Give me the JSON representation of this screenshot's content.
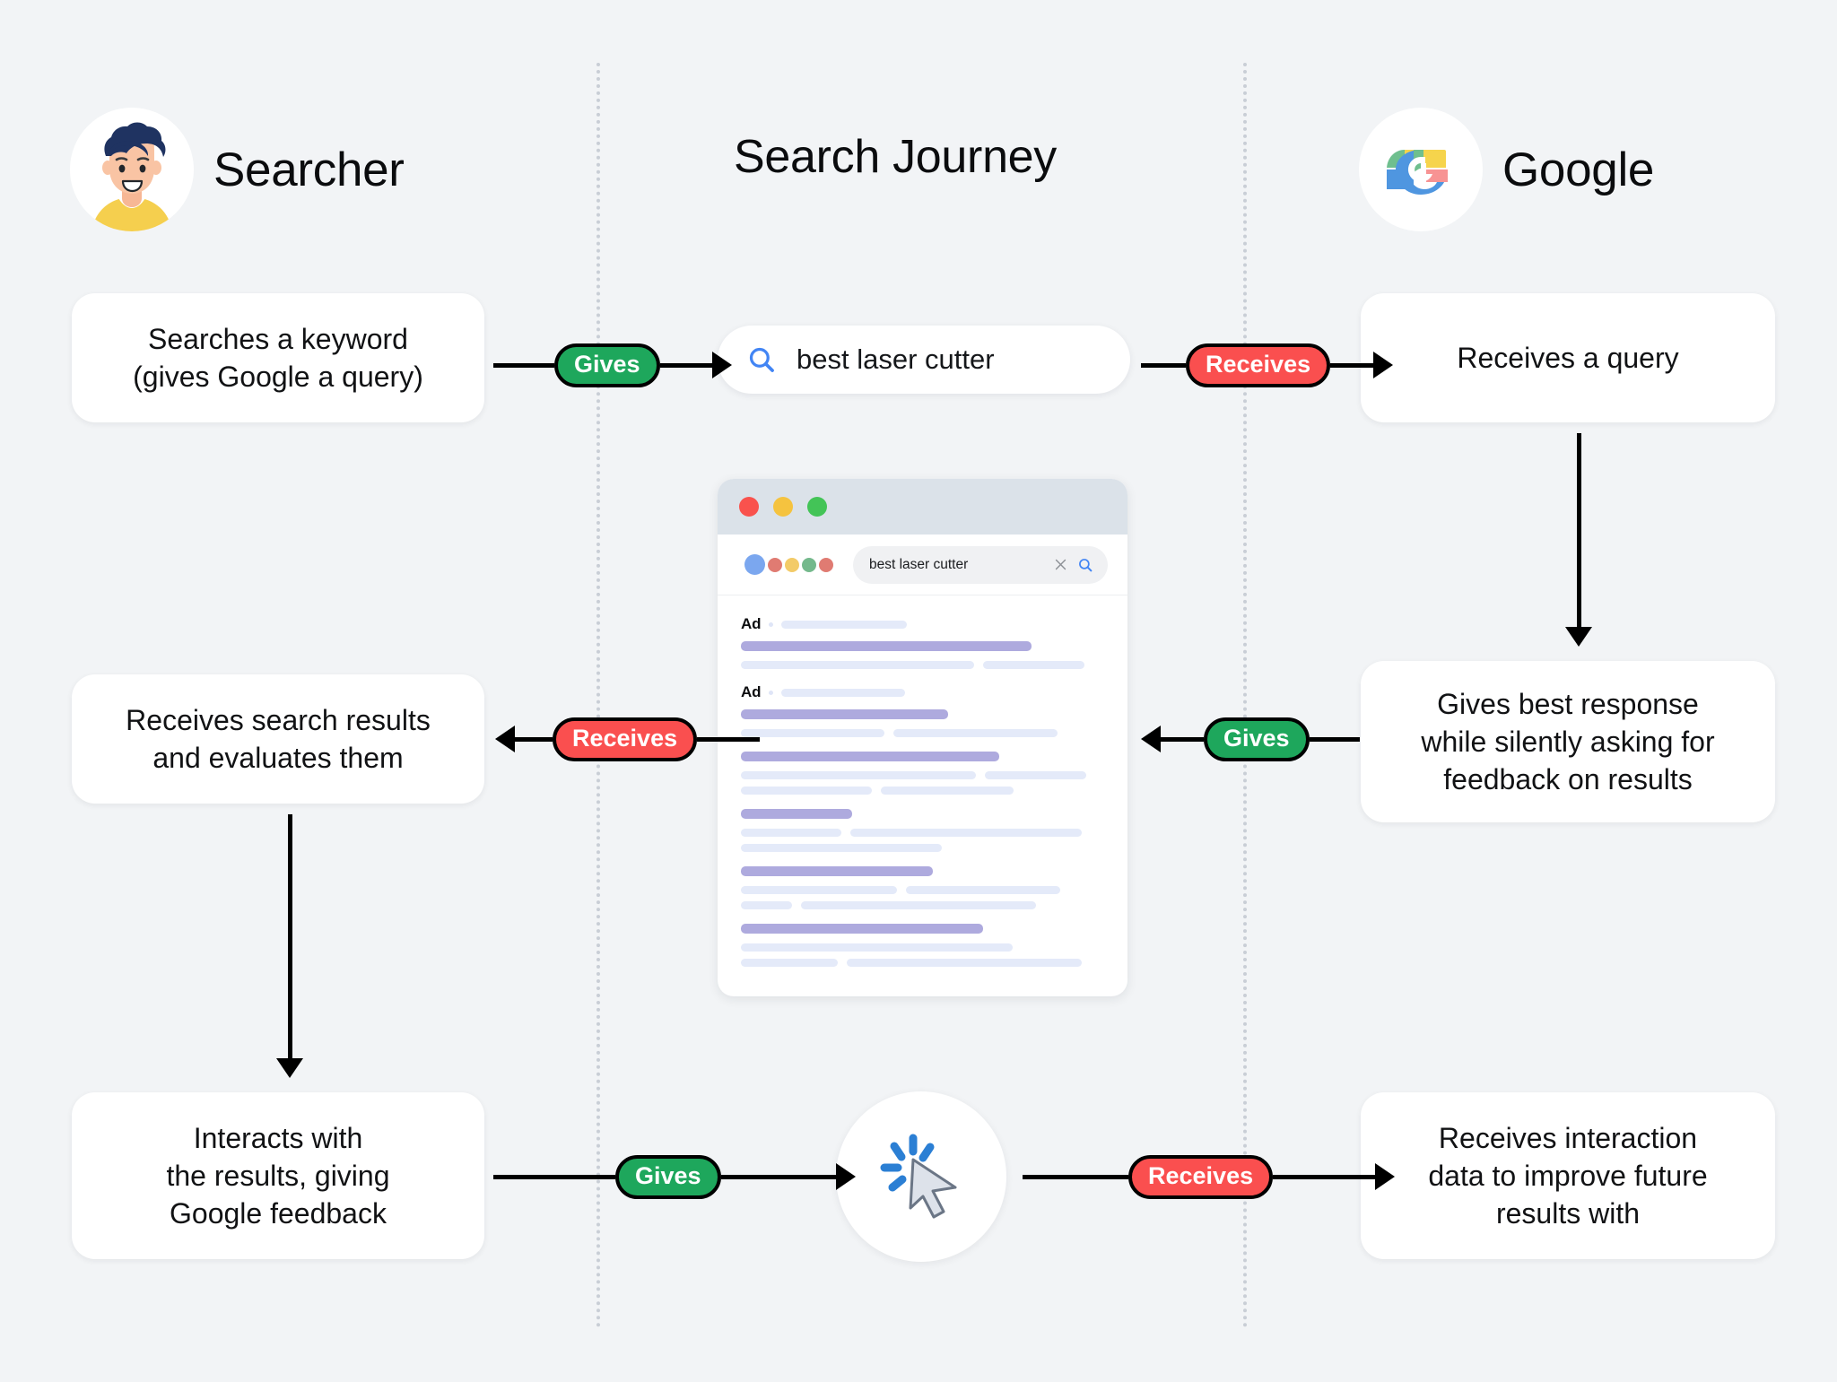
{
  "diagram": {
    "title": "Search Journey",
    "lanes": [
      {
        "id": "searcher",
        "title": "Searcher",
        "avatar_icon": "person-avatar-icon"
      },
      {
        "id": "journey",
        "title": "Search Journey"
      },
      {
        "id": "google",
        "title": "Google",
        "avatar_icon": "google-g-logo-icon"
      }
    ],
    "colors": {
      "background": "#f2f4f6",
      "card": "#ffffff",
      "gives_badge": "#1ea75c",
      "receives_badge": "#fa4f4f",
      "arrow": "#000000",
      "divider": "#c9ced6",
      "result_title_bar": "#aeaade",
      "result_text_bar": "#e4eaf9"
    }
  },
  "searcher_cards": {
    "card1_line1": "Searches a keyword",
    "card1_line2": "(gives Google a query)",
    "card2_line1": "Receives search results",
    "card2_line2": "and evaluates them",
    "card3_line1": "Interacts with",
    "card3_line2": "the results, giving",
    "card3_line3": "Google feedback"
  },
  "google_cards": {
    "card1_line1": "Receives a query",
    "card2_line1": "Gives best response",
    "card2_line2": "while silently asking for",
    "card2_line3": "feedback on results",
    "card3_line1": "Receives interaction",
    "card3_line2": "data to improve future",
    "card3_line3": "results with"
  },
  "center": {
    "search_pill": {
      "query": "best laser cutter",
      "icon": "search-icon"
    },
    "browser": {
      "traffic_lights": [
        "red",
        "yellow",
        "green"
      ],
      "toolbar_query": "best laser cutter",
      "clear_icon": "close-x-icon",
      "search_icon": "search-icon",
      "results": [
        {
          "ad_label": "Ad"
        },
        {
          "ad_label": "Ad"
        }
      ]
    },
    "click_icon": "mouse-cursor-click-icon"
  },
  "connectors": {
    "row1_left": {
      "badge": "Gives",
      "type": "gives",
      "direction": "right"
    },
    "row1_right": {
      "badge": "Receives",
      "type": "receives",
      "direction": "right"
    },
    "row2_left": {
      "badge": "Receives",
      "type": "receives",
      "direction": "left"
    },
    "row2_right": {
      "badge": "Gives",
      "type": "gives",
      "direction": "left"
    },
    "row3_left": {
      "badge": "Gives",
      "type": "gives",
      "direction": "right"
    },
    "row3_right": {
      "badge": "Receives",
      "type": "receives",
      "direction": "right"
    }
  }
}
